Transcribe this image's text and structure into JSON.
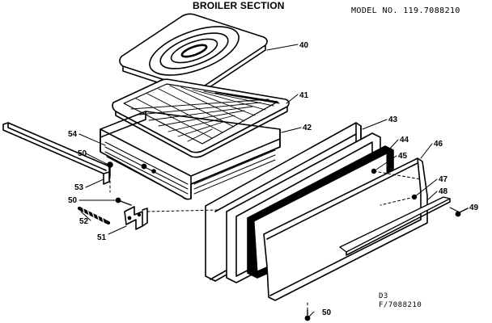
{
  "header": {
    "title": "BROILER SECTION",
    "model": "MODEL NO. 119.7088210"
  },
  "reference": {
    "line1": "D3",
    "line2": "F/7088210"
  },
  "callouts": [
    {
      "id": "40",
      "label": "40"
    },
    {
      "id": "41",
      "label": "41"
    },
    {
      "id": "42",
      "label": "42"
    },
    {
      "id": "43",
      "label": "43"
    },
    {
      "id": "44",
      "label": "44"
    },
    {
      "id": "45",
      "label": "45"
    },
    {
      "id": "46",
      "label": "46"
    },
    {
      "id": "47",
      "label": "47"
    },
    {
      "id": "48",
      "label": "48"
    },
    {
      "id": "49",
      "label": "49"
    },
    {
      "id": "50a",
      "label": "50"
    },
    {
      "id": "50b",
      "label": "50"
    },
    {
      "id": "50c",
      "label": "50"
    },
    {
      "id": "51",
      "label": "51"
    },
    {
      "id": "52",
      "label": "52"
    },
    {
      "id": "53",
      "label": "53"
    },
    {
      "id": "54",
      "label": "54"
    }
  ]
}
